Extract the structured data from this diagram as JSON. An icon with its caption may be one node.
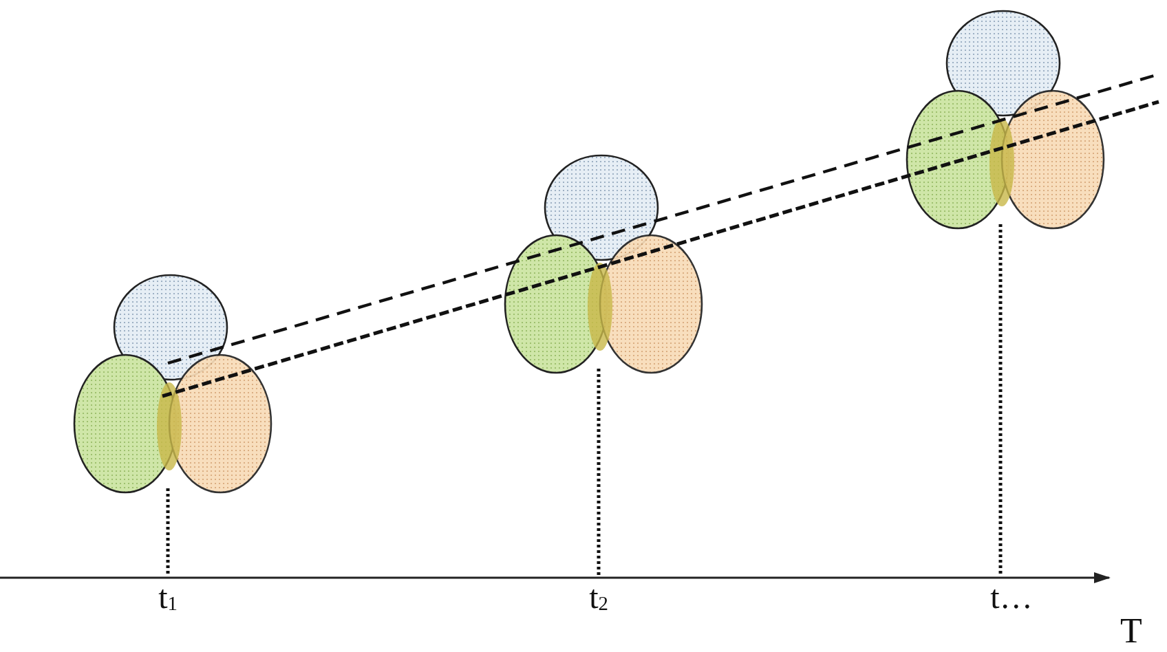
{
  "diagram": {
    "labels": [
      "t$_{1}$",
      "t$_{2}$",
      "t…",
      "T"
    ]
  }
}
